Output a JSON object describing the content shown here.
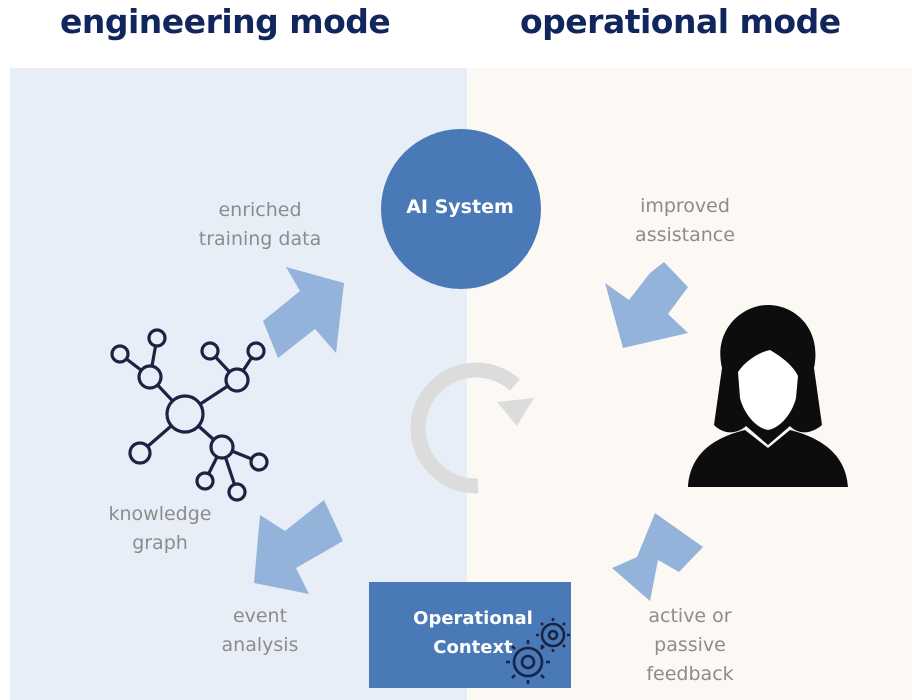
{
  "headings": {
    "left": "engineering mode",
    "right": "operational mode"
  },
  "nodes": {
    "ai_system": "AI System",
    "operational_context": "Operational\nContext"
  },
  "captions": {
    "enriched_training_data": "enriched\ntraining data",
    "improved_assistance": "improved\nassistance",
    "knowledge_graph": "knowledge\ngraph",
    "event_analysis": "event\nanalysis",
    "feedback": "active or\npassive\nfeedback"
  },
  "colors": {
    "heading": "#10265c",
    "panel_left": "#e8eef7",
    "panel_right": "#fcf8f3",
    "node_fill": "#4a79b8",
    "arrow_fill": "#94b3db",
    "caption_text": "#8c8c8c",
    "cycle_gray": "#dcdcdc",
    "icon_dark": "#1a2342"
  },
  "icons": [
    "knowledge-graph-icon",
    "person-icon",
    "gears-icon",
    "cycle-arrow-icon"
  ]
}
